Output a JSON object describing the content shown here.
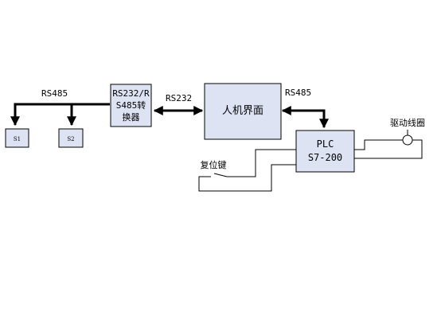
{
  "diagram": {
    "labels": {
      "rs485_left": "RS485",
      "rs232": "RS232",
      "rs485_right": "RS485",
      "drive_coil": "驱动线圈",
      "reset_key": "复位键"
    },
    "nodes": {
      "s1": "S1",
      "s2": "S2",
      "converter_line1": "RS232/R",
      "converter_line2": "S485转",
      "converter_line3": "换器",
      "hmi": "人机界面",
      "plc_line1": "PLC",
      "plc_line2": "S7-200"
    }
  }
}
